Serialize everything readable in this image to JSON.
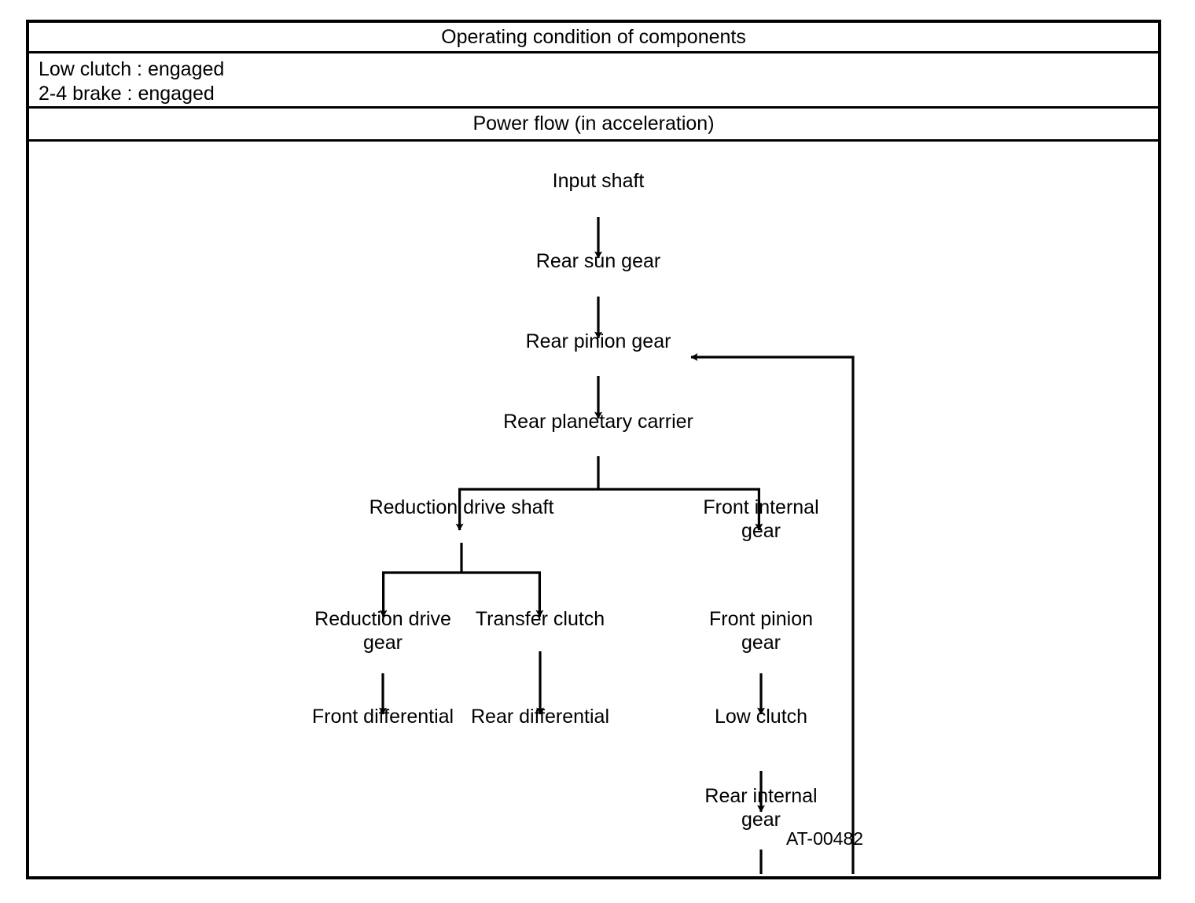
{
  "table": {
    "title": "Operating condition of components",
    "conditions": [
      "Low clutch : engaged",
      "2-4 brake : engaged"
    ],
    "flow_title": "Power flow (in acceleration)"
  },
  "diagram": {
    "figure_code": "AT-00482",
    "nodes": {
      "input_shaft": "Input shaft",
      "rear_sun_gear": "Rear sun gear",
      "rear_pinion_gear": "Rear pinion gear",
      "rear_planetary_carrier": "Rear planetary carrier",
      "reduction_drive_shaft": "Reduction drive shaft",
      "front_internal_gear_l1": "Front internal",
      "front_internal_gear_l2": "gear",
      "reduction_drive_gear_l1": "Reduction drive",
      "reduction_drive_gear_l2": "gear",
      "transfer_clutch": "Transfer clutch",
      "front_pinion_gear_l1": "Front pinion",
      "front_pinion_gear_l2": "gear",
      "front_differential": "Front differential",
      "rear_differential": "Rear differential",
      "low_clutch": "Low clutch",
      "rear_internal_gear_l1": "Rear internal",
      "rear_internal_gear_l2": "gear"
    },
    "edges": [
      {
        "from": "input_shaft",
        "to": "rear_sun_gear"
      },
      {
        "from": "rear_sun_gear",
        "to": "rear_pinion_gear"
      },
      {
        "from": "rear_pinion_gear",
        "to": "rear_planetary_carrier"
      },
      {
        "from": "rear_planetary_carrier",
        "to": "reduction_drive_shaft"
      },
      {
        "from": "rear_planetary_carrier",
        "to": "front_internal_gear"
      },
      {
        "from": "reduction_drive_shaft",
        "to": "reduction_drive_gear"
      },
      {
        "from": "reduction_drive_shaft",
        "to": "transfer_clutch"
      },
      {
        "from": "reduction_drive_gear",
        "to": "front_differential"
      },
      {
        "from": "transfer_clutch",
        "to": "rear_differential"
      },
      {
        "from": "front_internal_gear",
        "to": "front_pinion_gear"
      },
      {
        "from": "front_pinion_gear",
        "to": "low_clutch"
      },
      {
        "from": "low_clutch",
        "to": "rear_internal_gear"
      },
      {
        "from": "rear_internal_gear",
        "to": "rear_pinion_gear"
      }
    ]
  },
  "colors": {
    "line": "#000000",
    "background": "#ffffff"
  }
}
